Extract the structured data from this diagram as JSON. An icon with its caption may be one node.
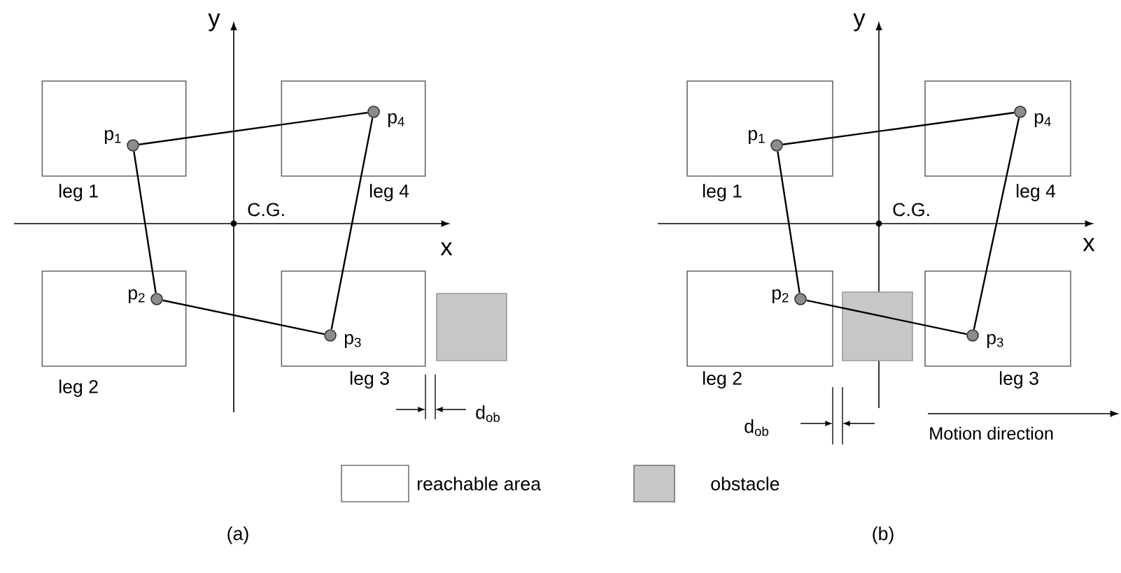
{
  "diagram": {
    "nodes": [
      {
        "text": [
          "leg 1"
        ]
      },
      {
        "text": [],
        "shape": "circle",
        "in": 0,
        "beside": [
          "p$_{1}$"
        ]
      },
      {
        "text": [
          "leg 4"
        ]
      },
      {
        "text": [],
        "shape": "circle",
        "in": 2,
        "beside": [
          "p$_{4}$"
        ]
      },
      {
        "text": [
          "leg 2"
        ]
      },
      {
        "text": [],
        "shape": "circle",
        "in": 4,
        "beside": [
          "p$_{2}$"
        ]
      },
      {
        "text": [
          "leg 3"
        ]
      },
      {
        "text": [],
        "shape": "circle",
        "in": 6,
        "beside": [
          "p$_{3}$"
        ]
      },
      {
        "text": [
          "leg 1"
        ]
      },
      {
        "text": [],
        "shape": "circle",
        "in": 8,
        "beside": [
          "p$_{1}$"
        ]
      },
      {
        "text": [
          "leg 4"
        ]
      },
      {
        "text": [],
        "shape": "circle",
        "in": 10,
        "beside": [
          "p$_{4}$"
        ]
      },
      {
        "text": [
          "leg 2"
        ]
      },
      {
        "text": [],
        "shape": "circle",
        "in": 12,
        "beside": [
          "p$_{2}$"
        ]
      },
      {
        "text": [
          "leg 3"
        ]
      },
      {
        "text": [],
        "shape": "circle",
        "in": 14,
        "beside": [
          "p$_{3}$"
        ]
      }
    ],
    "edges": [
      {
        "from": 1,
        "to": 5,
        "arrow": "none"
      },
      {
        "from": 5,
        "to": 7,
        "arrow": "none"
      },
      {
        "from": 7,
        "to": 3,
        "arrow": "none"
      },
      {
        "from": 3,
        "to": 1,
        "arrow": "none"
      },
      {
        "from": 9,
        "to": 13,
        "arrow": "none"
      },
      {
        "from": 13,
        "to": 15,
        "arrow": "none"
      },
      {
        "from": 15,
        "to": 11,
        "arrow": "none"
      },
      {
        "from": 11,
        "to": 9,
        "arrow": "none"
      }
    ],
    "labels": [
      "y",
      "y",
      "C.G.",
      "C.G.",
      "x",
      "x",
      "d$_{ob}$",
      "d$_{ob}$",
      "Motion direction",
      "(a)",
      "(b)"
    ],
    "legend": [
      {
        "text": "reachable area"
      },
      {
        "text": "obstacle",
        "color": "#c8c8c8"
      }
    ]
  }
}
